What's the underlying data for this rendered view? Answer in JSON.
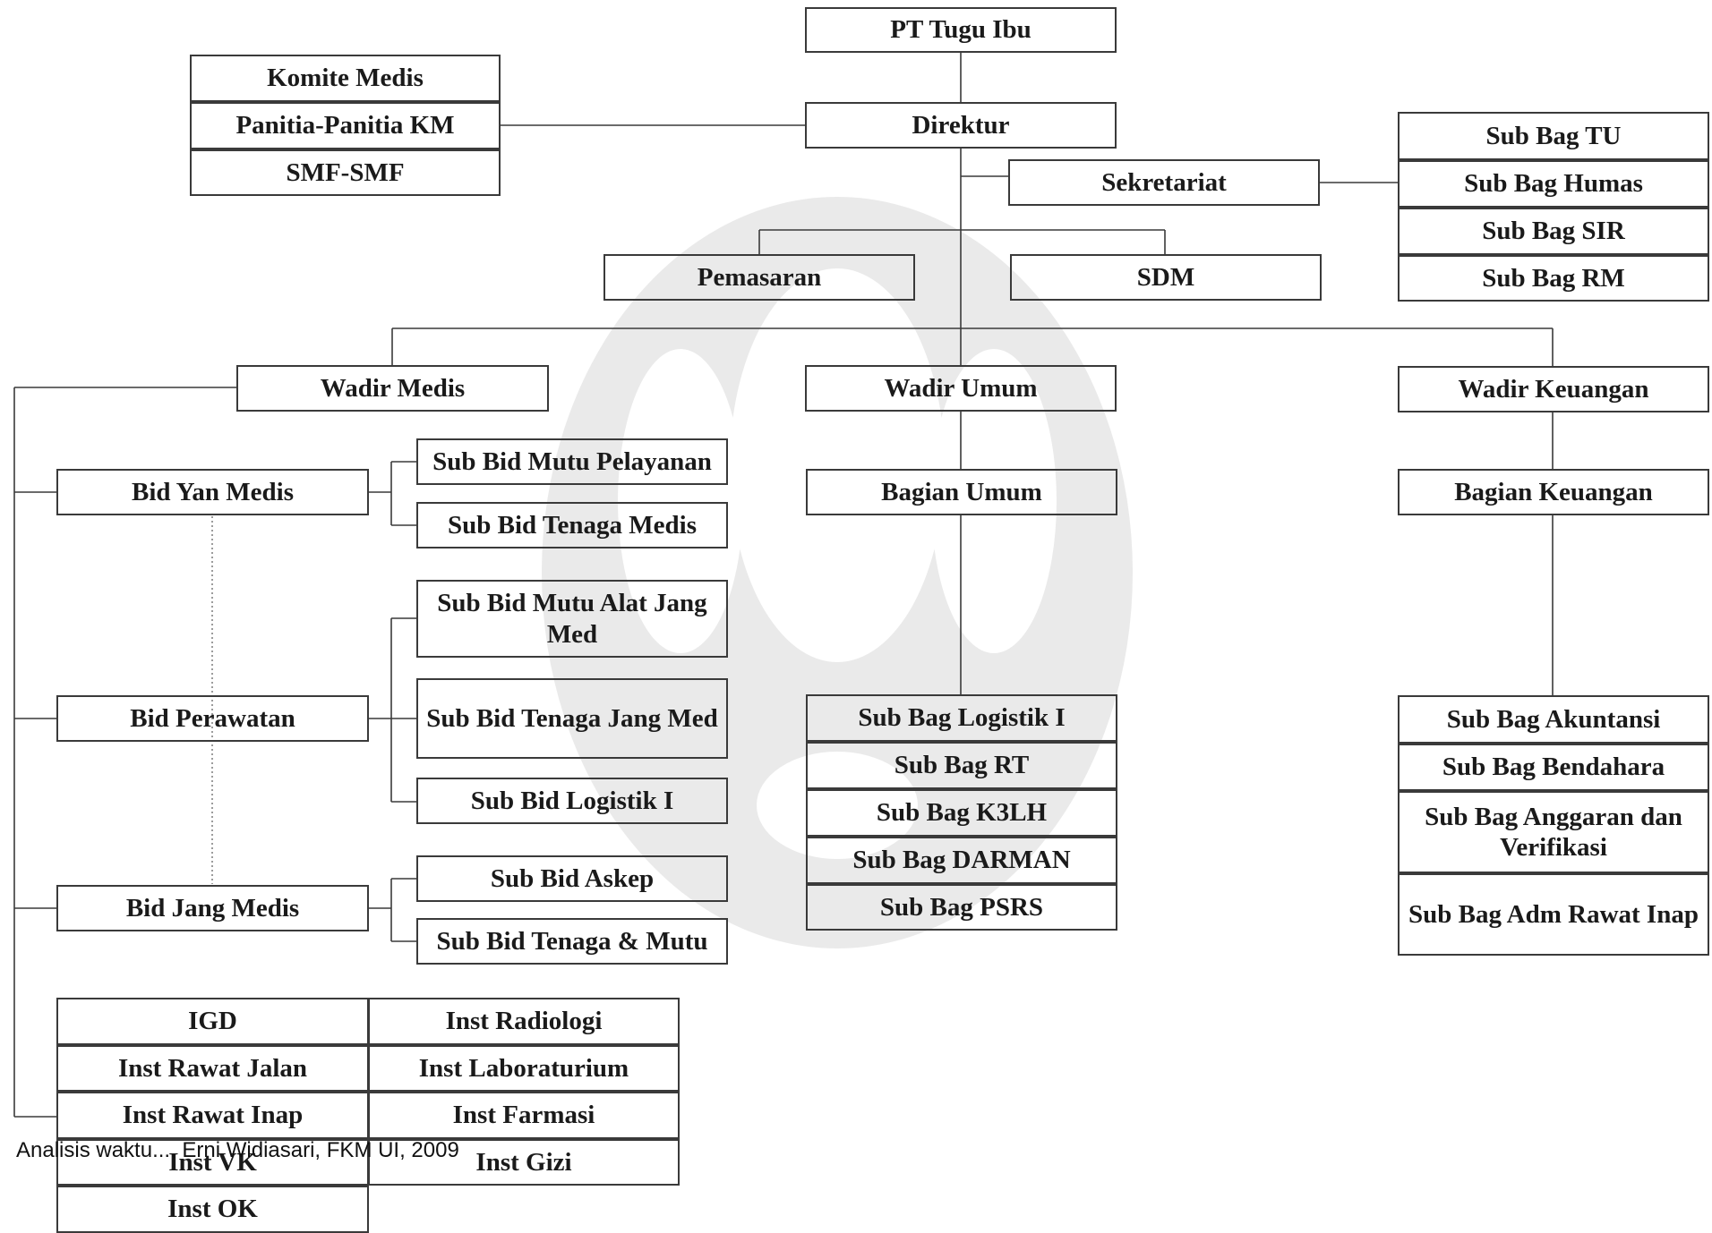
{
  "nodes": {
    "pt_tugu_ibu": "PT Tugu Ibu",
    "direktur": "Direktur",
    "komite_medis": "Komite Medis",
    "panitia_km": "Panitia-Panitia KM",
    "smf": "SMF-SMF",
    "sekretariat": "Sekretariat",
    "sub_bag_tu": "Sub Bag TU",
    "sub_bag_humas": "Sub Bag Humas",
    "sub_bag_sir": "Sub Bag SIR",
    "sub_bag_rm": "Sub Bag RM",
    "pemasaran": "Pemasaran",
    "sdm": "SDM",
    "wadir_medis": "Wadir Medis",
    "wadir_umum": "Wadir Umum",
    "wadir_keuangan": "Wadir Keuangan",
    "bid_yan_medis": "Bid Yan Medis",
    "sub_bid_mutu_pelayanan": "Sub Bid Mutu Pelayanan",
    "sub_bid_tenaga_medis": "Sub Bid Tenaga Medis",
    "bid_perawatan": "Bid Perawatan",
    "sub_bid_mutu_alat": "Sub Bid Mutu Alat Jang Med",
    "sub_bid_tenaga_jang": "Sub Bid Tenaga Jang Med",
    "sub_bid_logistik": "Sub Bid Logistik I",
    "bid_jang_medis": "Bid Jang Medis",
    "sub_bid_askep": "Sub Bid Askep",
    "sub_bid_tenaga_mutu": "Sub Bid Tenaga & Mutu",
    "bagian_umum": "Bagian Umum",
    "sub_bag_logistik": "Sub Bag Logistik I",
    "sub_bag_rt": "Sub Bag RT",
    "sub_bag_k3lh": "Sub Bag K3LH",
    "sub_bag_darman": "Sub Bag DARMAN",
    "sub_bag_psrs": "Sub Bag PSRS",
    "bagian_keuangan": "Bagian Keuangan",
    "sub_bag_akuntansi": "Sub Bag Akuntansi",
    "sub_bag_bendahara": "Sub Bag Bendahara",
    "sub_bag_anggaran": "Sub Bag Anggaran dan Verifikasi",
    "sub_bag_adm_rawat_inap": "Sub Bag Adm Rawat Inap",
    "igd": "IGD",
    "inst_rawat_jalan": "Inst Rawat Jalan",
    "inst_rawat_inap": "Inst Rawat Inap",
    "inst_vk": "Inst VK",
    "inst_ok": "Inst OK",
    "inst_radiologi": "Inst Radiologi",
    "inst_laboraturium": "Inst Laboraturium",
    "inst_farmasi": "Inst Farmasi",
    "inst_gizi": "Inst Gizi"
  },
  "footer": "Analisis waktu..., Erni Widiasari, FKM UI, 2009",
  "colors": {
    "line": "#3a3a3a",
    "watermark": "#e6e6e6"
  }
}
